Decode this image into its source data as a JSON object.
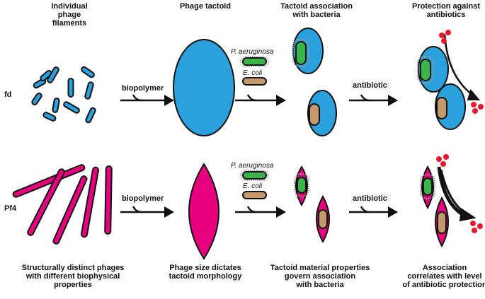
{
  "headers": {
    "col1": "Individual\nphage\nfilaments",
    "col2": "Phage tactoid",
    "col3": "Tactoid association\nwith bacteria",
    "col4": "Protection against\nantibiotics"
  },
  "rows": {
    "top": "fd",
    "bottom": "Pf4"
  },
  "arrows": {
    "biopolymer_top": "biopolymer",
    "antibiotic_top": "antibiotic",
    "biopolymer_bottom": "biopolymer",
    "antibiotic_bottom": "antibiotic"
  },
  "species": {
    "pa_top": "P. aeruginosa",
    "ec_top": "E. coli",
    "pa_bottom": "P. aeruginosa",
    "ec_bottom": "E. coli"
  },
  "footers": {
    "col1": "Structurally distinct phages\nwith different biophysical\nproperties",
    "col2": "Phage size dictates\ntactoid morphology",
    "col3": "Tactoid material properties\ngovern association\nwith bacteria",
    "col4": "Association\ncorrelates with level\nof antibiotic protection"
  },
  "colors": {
    "fd_blue": "#2aa1dc",
    "pf4_magenta": "#e6007e",
    "pa_green": "#39b54a",
    "ec_tan": "#c49a6c",
    "antibiotic_red": "#e8192c"
  }
}
